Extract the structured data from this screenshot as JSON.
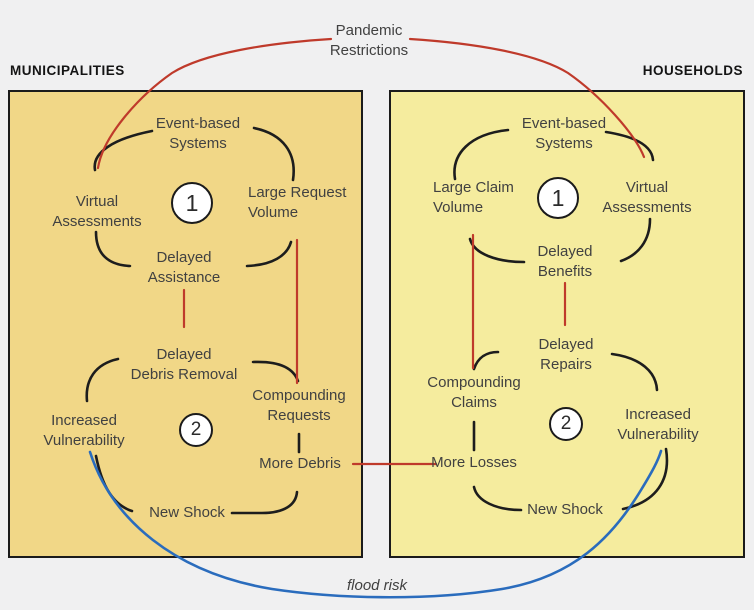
{
  "colors": {
    "background": "#f0f0f1",
    "panel_left_fill": "#f1d787",
    "panel_right_fill": "#f5ec9e",
    "border_dark": "#1b1b1b",
    "arrow_black": "#1d1d1d",
    "red": "#bf3a2b",
    "blue": "#2a6cbd",
    "label_text": "#414141",
    "header_text": "#141414"
  },
  "external": {
    "pandemic_label": "Pandemic\nRestrictions",
    "flood_risk_label": "flood risk"
  },
  "panels": {
    "municipalities": {
      "title": "MUNICIPALITIES",
      "loop1": "1",
      "loop2": "2",
      "nodes": {
        "event_based_systems": "Event-based\nSystems",
        "virtual_assessments": "Virtual\nAssessments",
        "large_request_volume": "Large Request\nVolume",
        "delayed_assistance": "Delayed\nAssistance",
        "delayed_debris_removal": "Delayed\nDebris Removal",
        "compounding_requests": "Compounding\nRequests",
        "increased_vulnerability": "Increased\nVulnerability",
        "more_debris": "More Debris",
        "new_shock": "New Shock"
      }
    },
    "households": {
      "title": "HOUSEHOLDS",
      "loop1": "1",
      "loop2": "2",
      "nodes": {
        "event_based_systems": "Event-based\nSystems",
        "large_claim_volume": "Large Claim\nVolume",
        "virtual_assessments": "Virtual\nAssessments",
        "delayed_benefits": "Delayed\nBenefits",
        "delayed_repairs": "Delayed\nRepairs",
        "compounding_claims": "Compounding\nClaims",
        "increased_vulnerability": "Increased\nVulnerability",
        "more_losses": "More Losses",
        "new_shock": "New Shock"
      }
    }
  }
}
